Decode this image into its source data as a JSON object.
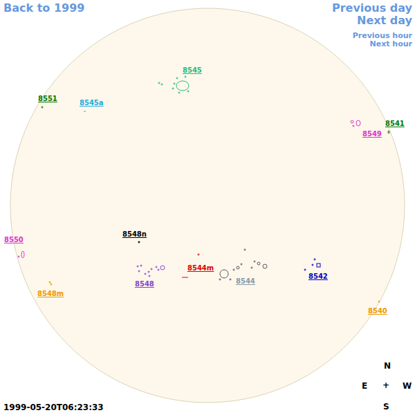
{
  "diagram": {
    "labels": [
      "Back to 1999",
      "Previous day",
      "Next day",
      "Previous hour",
      "Next hour",
      "8545",
      "8551",
      "8545a",
      "8541",
      "8549",
      "8550",
      "8548n",
      "8544m",
      "8544",
      "8542",
      "8548",
      "8548m",
      "8540",
      "N",
      "E",
      "+",
      "W",
      "S",
      "1999-05-20T06:23:33"
    ]
  }
}
